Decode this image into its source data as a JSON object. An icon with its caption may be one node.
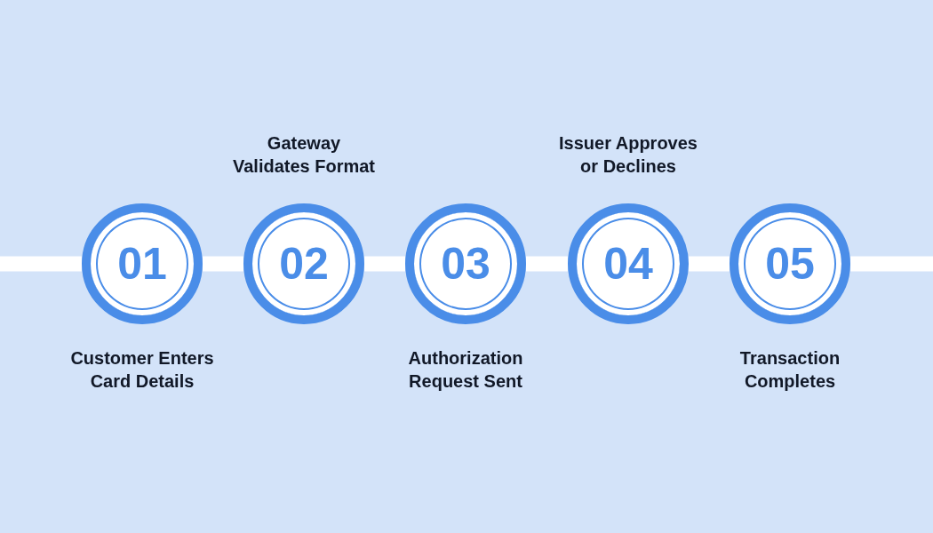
{
  "diagram": {
    "nodes": [
      {
        "text": [
          "01"
        ],
        "beside": [
          "Customer Enters Card Details"
        ]
      },
      {
        "text": [
          "02"
        ],
        "beside": [
          "Gateway Validates Format"
        ]
      },
      {
        "text": [
          "03"
        ],
        "beside": [
          "Authorization Request Sent"
        ]
      },
      {
        "text": [
          "04"
        ],
        "beside": [
          "Issuer Approves or Declines"
        ]
      },
      {
        "text": [
          "05"
        ],
        "beside": [
          "Transaction Completes"
        ]
      }
    ],
    "edges": [
      {
        "from": null,
        "to": 0,
        "arrow": "none"
      },
      {
        "from": 0,
        "to": 1,
        "arrow": "none"
      },
      {
        "from": 1,
        "to": 2,
        "arrow": "none"
      },
      {
        "from": 2,
        "to": 3,
        "arrow": "none"
      },
      {
        "from": 3,
        "to": 4,
        "arrow": "none"
      },
      {
        "from": 4,
        "to": null,
        "arrow": "none"
      }
    ]
  }
}
